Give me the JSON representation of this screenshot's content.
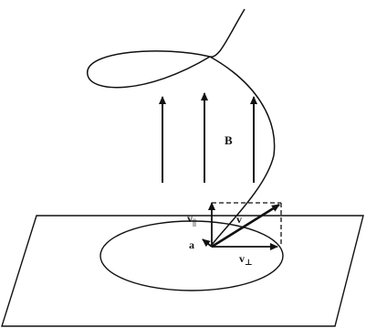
{
  "labels": {
    "field": "B",
    "velocity": "v",
    "v_parallel": "v",
    "v_parallel_sub": "||",
    "v_perp": "v",
    "v_perp_sub": "⊥",
    "acceleration": "a"
  }
}
